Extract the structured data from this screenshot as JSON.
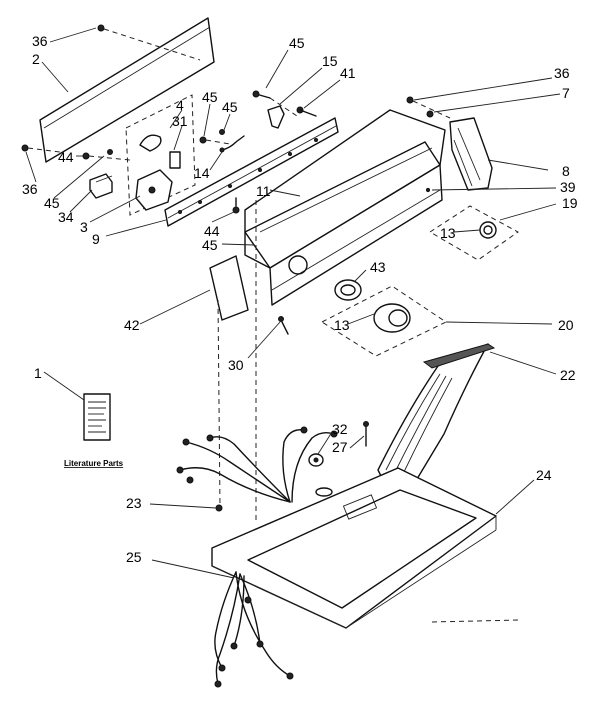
{
  "diagram": {
    "literature_caption": "Literature Parts",
    "callouts": {
      "c36a": "36",
      "c2": "2",
      "c45a": "45",
      "c15": "15",
      "c41": "41",
      "c36b": "36",
      "c7": "7",
      "c4": "4",
      "c31": "31",
      "c45b": "45",
      "c45c": "45",
      "c44a": "44",
      "c14": "14",
      "c8": "8",
      "c36c": "36",
      "c45d": "45",
      "c34": "34",
      "c11": "11",
      "c39": "39",
      "c19": "19",
      "c3": "3",
      "c44b": "44",
      "c9": "9",
      "c13a": "13",
      "c45e": "45",
      "c43": "43",
      "c42": "42",
      "c13b": "13",
      "c20": "20",
      "c30": "30",
      "c22": "22",
      "c1": "1",
      "c32": "32",
      "c27": "27",
      "c24": "24",
      "c23": "23",
      "c25": "25"
    }
  }
}
